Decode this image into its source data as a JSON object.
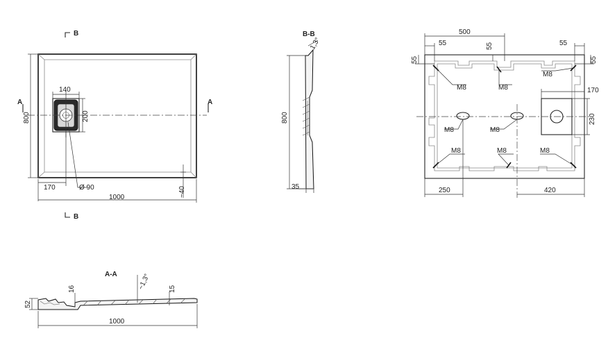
{
  "labels": {
    "section_b_top": "B",
    "section_b_bottom": "B",
    "section_a_left": "A",
    "section_a_right": "A",
    "view_bb": "B-B",
    "view_aa": "A-A"
  },
  "top_view": {
    "dim_width": "1000",
    "dim_height": "800",
    "dim_drain_w": "140",
    "dim_drain_h": "200",
    "dim_drain_offset": "170",
    "dim_drain_dia": "Ø 90",
    "dim_edge": "~40"
  },
  "section_bb": {
    "dim_length": "800",
    "dim_thickness": "35",
    "dim_angle": "1,3°"
  },
  "bottom_view": {
    "dim_500": "500",
    "dim_55_a": "55",
    "dim_55_b": "55",
    "dim_55_c": "55",
    "dim_55_left": "55",
    "dim_55_right": "55",
    "dim_170": "170",
    "dim_230": "230",
    "dim_250": "250",
    "dim_420": "420",
    "m8": [
      "M8",
      "M8",
      "M8",
      "M8",
      "M8",
      "M8",
      "M8",
      "M8"
    ]
  },
  "section_aa": {
    "dim_length": "1000",
    "dim_height": "52",
    "dim_16": "16",
    "dim_15": "15",
    "dim_angle": "~1,3°"
  }
}
